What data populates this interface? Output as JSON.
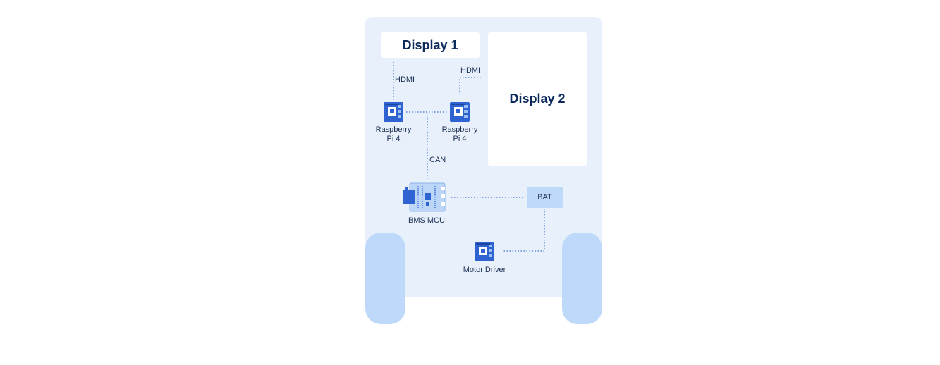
{
  "diagram": {
    "display1": {
      "label": "Display 1"
    },
    "display2": {
      "label": "Display 2"
    },
    "rpi_left": {
      "name_line1": "Raspberry",
      "name_line2": "Pi 4"
    },
    "rpi_right": {
      "name_line1": "Raspberry",
      "name_line2": "Pi 4"
    },
    "bms": {
      "label": "BMS MCU"
    },
    "battery": {
      "label": "BAT"
    },
    "motor": {
      "label": "Motor Driver"
    },
    "connections": {
      "hdmi_left": "HDMI",
      "hdmi_right": "HDMI",
      "can": "CAN"
    },
    "icons": {
      "rpi": "raspberry-pi-board-icon",
      "bms": "bms-mcu-board-icon",
      "motor": "motor-driver-board-icon"
    },
    "colors": {
      "chassis": "#e8f1fb",
      "wheel": "#bfd9fb",
      "board": "#2f63d1",
      "line": "#5a86d6",
      "text_dark": "#0d2a5c"
    }
  }
}
